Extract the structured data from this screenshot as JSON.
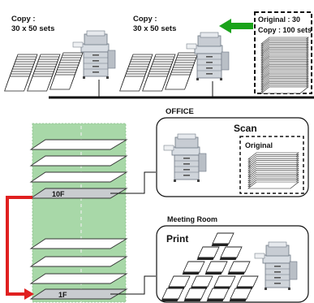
{
  "top": {
    "group_left": {
      "line1": "Copy :",
      "line2": "30 x 50 sets"
    },
    "group_mid": {
      "line1": "Copy :",
      "line2": "30 x 50 sets"
    },
    "original_box": {
      "line1": "Original : 30",
      "line2": "Copy : 100 sets"
    }
  },
  "building": {
    "floor_upper": "10F",
    "floor_lower": "1F"
  },
  "office_panel": {
    "title": "OFFICE",
    "scan_label": "Scan",
    "original_label": "Original"
  },
  "meeting_panel": {
    "title": "Meeting Room",
    "print_label": "Print"
  },
  "colors": {
    "building_green": "#a8d8a8",
    "flow_red": "#e02020",
    "scan_arrow_green": "#1aa31a"
  }
}
